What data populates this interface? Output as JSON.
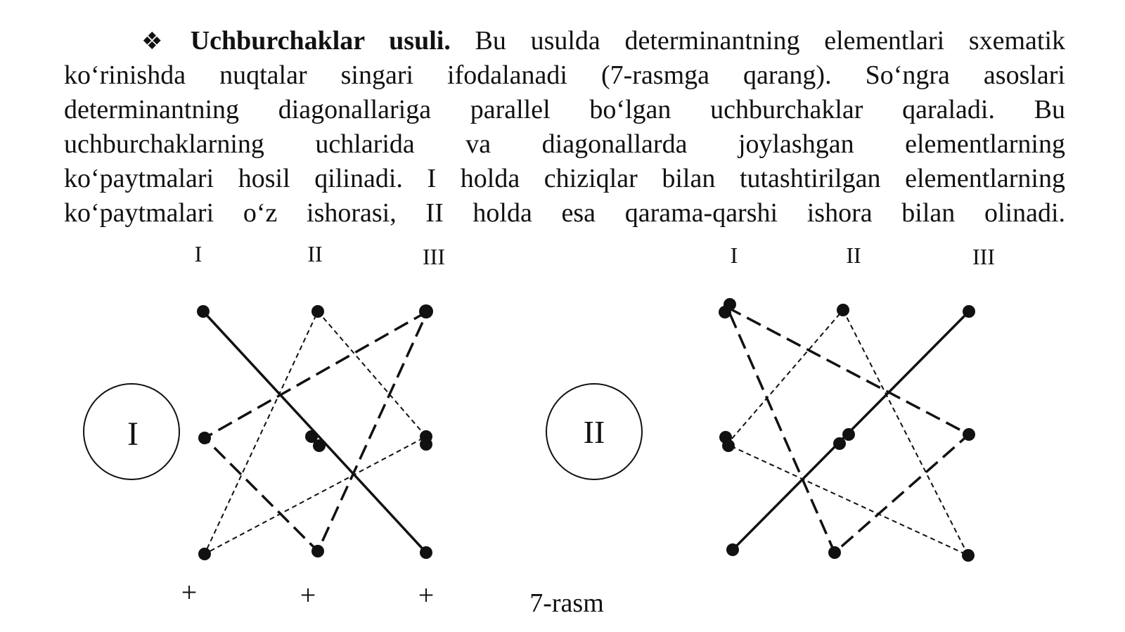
{
  "paragraph": {
    "bullet": "❖",
    "title": "Uchburchaklar usuli.",
    "line1_rest": "Bu usulda  determinantning elementlari sxematik",
    "line2": "koʻrinishda nuqtalar singari ifodalanadi (7-rasmga qarang). Soʻngra asoslari",
    "line3": "determinantning diagonallariga parallel boʻlgan uchburchaklar qaraladi. Bu",
    "line4": "uchburchaklarning uchlarida va diagonallarda joylashgan elementlarning",
    "line5": "koʻpaytmalari hosil qilinadi. I holda chiziqlar bilan tutashtirilgan elementlarning",
    "line6": "koʻpaytmalari oʻz ishorasi, II holda esa qarama-qarshi ishora bilan olinadi."
  },
  "figure": {
    "left": {
      "circle_label": "I",
      "column_labels": [
        "I",
        "II",
        "III"
      ],
      "signs": [
        "+",
        "+",
        "+"
      ]
    },
    "right": {
      "circle_label": "II",
      "column_labels": [
        "I",
        "II",
        "III"
      ]
    },
    "caption": "7-rasm"
  }
}
